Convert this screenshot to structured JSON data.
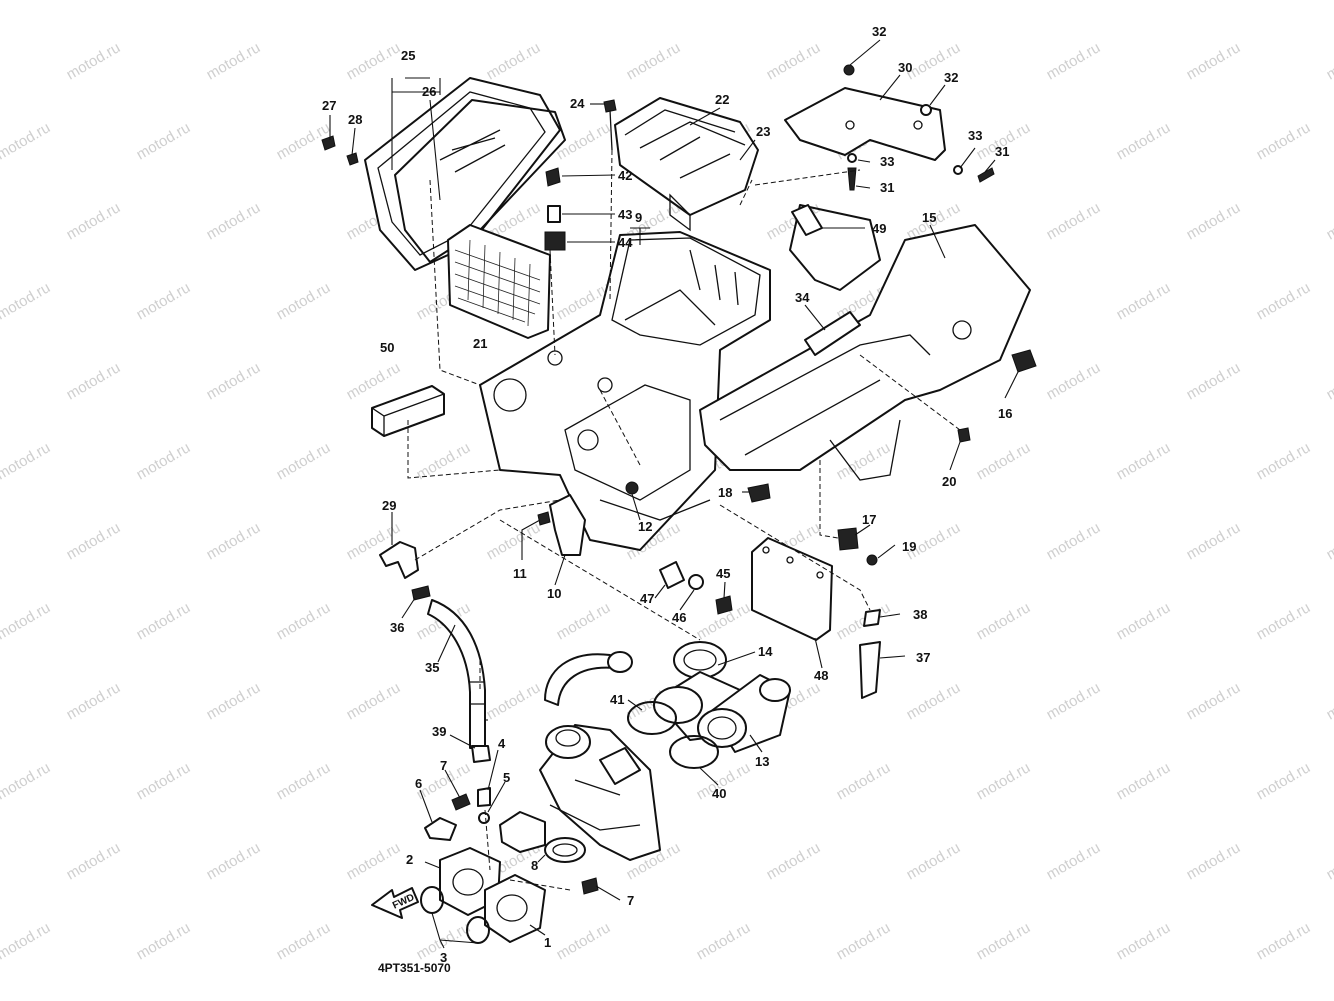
{
  "watermark": "motod.ru",
  "diagram_code": "4PT351-5070",
  "fwd_label": "FWD",
  "callouts": [
    "1",
    "2",
    "3",
    "4",
    "5",
    "6",
    "7",
    "8",
    "9",
    "10",
    "11",
    "12",
    "13",
    "14",
    "15",
    "16",
    "17",
    "18",
    "19",
    "20",
    "21",
    "22",
    "23",
    "24",
    "25",
    "26",
    "27",
    "28",
    "29",
    "30",
    "31",
    "32",
    "33",
    "34",
    "35",
    "36",
    "37",
    "38",
    "39",
    "40",
    "41",
    "42",
    "43",
    "44",
    "45",
    "46",
    "47",
    "48",
    "49",
    "50"
  ]
}
